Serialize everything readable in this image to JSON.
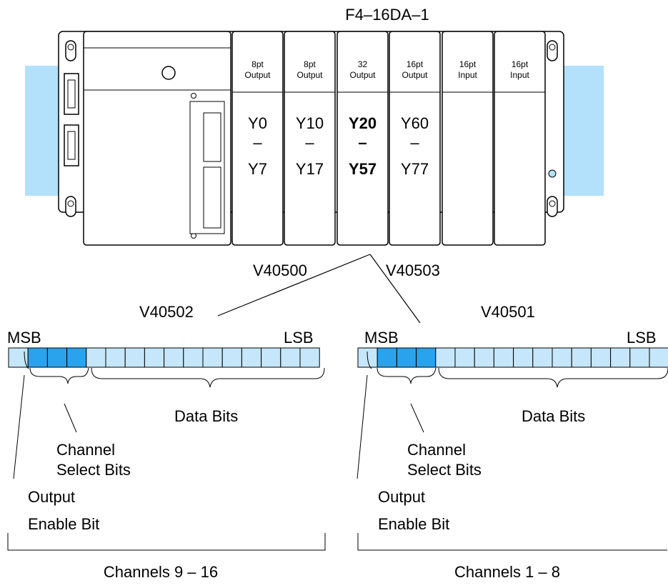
{
  "module_title": "F4–16DA–1",
  "slots": [
    {
      "type": "8pt",
      "dir": "Output",
      "addr_start": "Y0",
      "dash": "–",
      "addr_end": "Y7",
      "bold": false
    },
    {
      "type": "8pt",
      "dir": "Output",
      "addr_start": "Y10",
      "dash": "–",
      "addr_end": "Y17",
      "bold": false
    },
    {
      "type": "32",
      "dir": "Output",
      "addr_start": "Y20",
      "dash": "–",
      "addr_end": "Y57",
      "bold": true
    },
    {
      "type": "16pt",
      "dir": "Output",
      "addr_start": "Y60",
      "dash": "–",
      "addr_end": "Y77",
      "bold": false
    },
    {
      "type": "16pt",
      "dir": "Input",
      "addr_start": "",
      "dash": "",
      "addr_end": "",
      "bold": false
    },
    {
      "type": "16pt",
      "dir": "Input",
      "addr_start": "",
      "dash": "",
      "addr_end": "",
      "bold": false
    }
  ],
  "vmem": {
    "left_top": "V40500",
    "right_top": "V40503",
    "left_word": "V40502",
    "right_word": "V40501"
  },
  "word_left": {
    "msb": "MSB",
    "lsb": "LSB",
    "data_label": "Data Bits",
    "select_label_1": "Channel",
    "select_label_2": "Select Bits",
    "enable_label_1": "Output",
    "enable_label_2": "Enable Bit",
    "channels": "Channels 9 – 16"
  },
  "word_right": {
    "msb": "MSB",
    "lsb": "LSB",
    "data_label": "Data Bits",
    "select_label_1": "Channel",
    "select_label_2": "Select Bits",
    "enable_label_1": "Output",
    "enable_label_2": "Enable Bit",
    "channels": "Channels 1 – 8"
  },
  "colors": {
    "rail": "#b3e0fa",
    "bit_light": "#c6e6fb",
    "bit_dark": "#2aa3ec",
    "outline": "#000000"
  }
}
